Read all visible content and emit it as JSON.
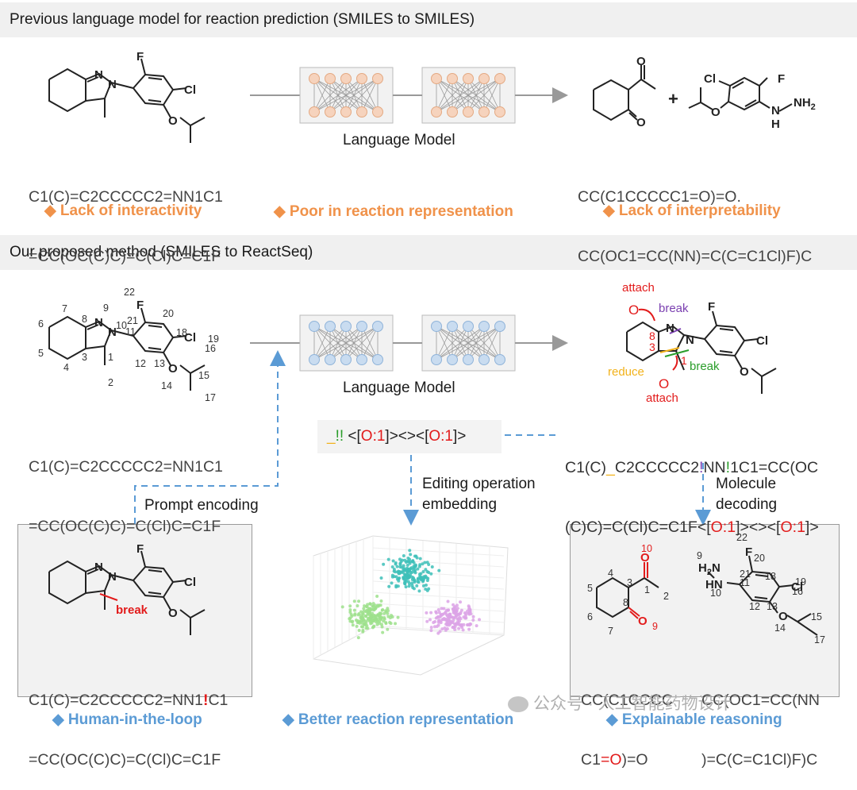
{
  "top": {
    "header": "Previous language model for reaction prediction (SMILES to SMILES)",
    "reactant_smiles_line1": "C1(C)=C2CCCCC2=NN1C1",
    "reactant_smiles_line2": "=CC(OC(C)C)=C(Cl)C=C1F",
    "model_label": "Language Model",
    "product_smiles_line1": "CC(C1CCCCC1=O)=O.",
    "product_smiles_line2": "CC(OC1=CC(NN)=C(C=C1Cl)F)C",
    "bullets": [
      "Lack of interactivity",
      "Poor in reaction representation",
      "Lack of interpretability"
    ],
    "bullet_symbol": "◆"
  },
  "bottom": {
    "header": "Our proposed method (SMILES to ReactSeq)",
    "reactant_smiles_line1": "C1(C)=C2CCCCC2=NN1C1",
    "reactant_smiles_line2": "=CC(OC(C)C)=C(Cl)C=C1F",
    "model_label": "Language Model",
    "reactseq_line1": [
      "C1(C)",
      "_",
      "C2CCCCC2",
      "!",
      "NN",
      "!",
      "1C1=CC(OC"
    ],
    "reactseq_line2": [
      "(C)C)=C(Cl)C=C1F<[",
      "O:1",
      "]><>",
      "<[",
      "O:1",
      "]>"
    ],
    "edit_tokens": [
      "_",
      "!!",
      " <[",
      "O:1",
      "]><><[",
      "O:1",
      "]>"
    ],
    "prompt_encoding": "Prompt encoding",
    "editing_embedding": "Editing operation\nembedding",
    "molecule_decoding": "Molecule\ndecoding",
    "prompt_smiles_line1": [
      "C1(C)=C2CCCCC2=NN1",
      "!",
      "C1"
    ],
    "prompt_smiles_line2": "=CC(OC(C)C)=C(Cl)C=C1F",
    "prod1_smiles_line1": "CC(C1CCCC",
    "prod1_smiles_line2": [
      "C1",
      "=O",
      ")=O"
    ],
    "prod2_smiles_line1": "CC(OC1=CC(NN",
    "prod2_smiles_line2": ")=C(C=C1Cl)F)C",
    "bullets": [
      "Human-in-the-loop",
      "Better reaction representation",
      "Explainable reasoning"
    ],
    "bullet_symbol": "◆",
    "annotations": {
      "attach": "attach",
      "break": "break",
      "reduce": "reduce",
      "break_prompt": "break"
    }
  },
  "watermark": "公众号 · 人工智能药物设计",
  "atoms": {
    "N": "N",
    "F": "F",
    "Cl": "Cl",
    "O": "O",
    "H": "H",
    "NH2": "NH",
    "H2N": "H",
    "two": "2",
    "HN": "HN"
  },
  "colors": {
    "orange": "#f0924a",
    "blue": "#5b9bd5",
    "red": "#e21b1b",
    "green": "#2a9d2a",
    "purple": "#7a3fb0",
    "yellow": "#f2b21b",
    "nodeOrange": "#f6d3bd",
    "nodeBlue": "#c9dcf0"
  }
}
